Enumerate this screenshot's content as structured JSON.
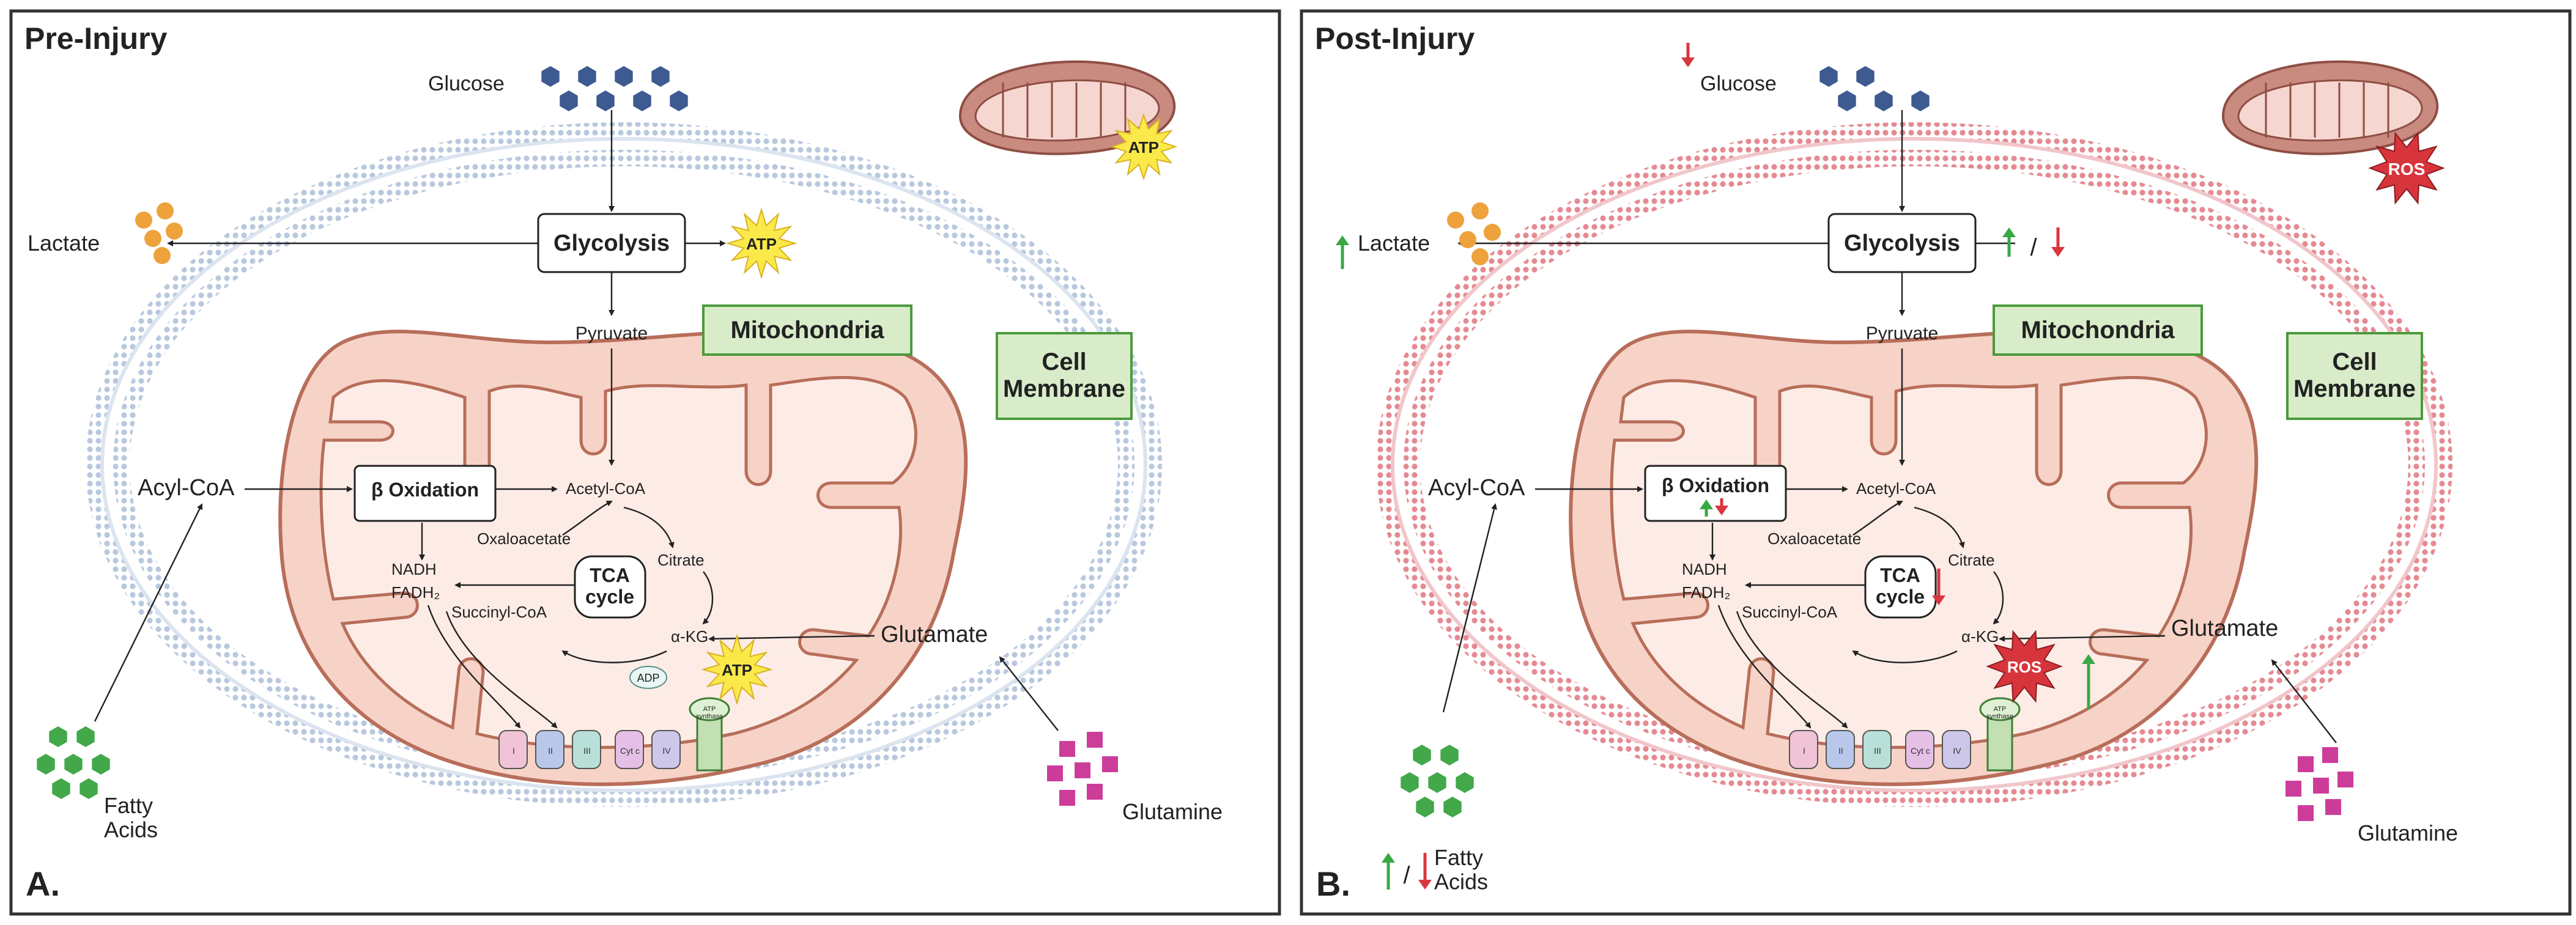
{
  "colors": {
    "frame": "#333333",
    "membrane_pre": "#b8c8de",
    "membrane_post": "#e58a92",
    "mito_outer": "#b86e5a",
    "mito_fill": "#fdece6",
    "mito_intermembrane": "#f7d3c7",
    "label_box_fill": "#d8ecc9",
    "label_box_stroke": "#4c9a3c",
    "glucose": "#3d5a91",
    "lactate": "#eda23c",
    "fatty_acid": "#42a84a",
    "glutamine": "#cc3d9a",
    "atp_burst": "#fbe94a",
    "ros_burst": "#d8343c",
    "arrow_up": "#39a845",
    "arrow_down": "#d9363e"
  },
  "panels": [
    {
      "title": "Pre-Injury",
      "letter": "A.",
      "glucose": "Glucose",
      "glycolysis": "Glycolysis",
      "atp": "ATP",
      "lactate": "Lactate",
      "pyruvate": "Pyruvate",
      "mitochondria": "Mitochondria",
      "cell_membrane": "Cell\nMembrane",
      "acyl_coa": "Acyl-CoA",
      "beta_oxidation": "β Oxidation",
      "acetyl_coa": "Acetyl-CoA",
      "oxaloacetate": "Oxaloacetate",
      "citrate": "Citrate",
      "nadh": "NADH",
      "fadh2": "FADH₂",
      "tca_cycle": "TCA\ncycle",
      "succinyl_coa": "Succinyl-CoA",
      "alpha_kg": "α-KG",
      "glutamate": "Glutamate",
      "adp": "ADP",
      "atp_synthase": "ATP\nsynthase",
      "complexes": [
        "I",
        "II",
        "III",
        "Cyt c",
        "IV"
      ],
      "fatty_acids": "Fatty\nAcids",
      "glutamine": "Glutamine",
      "mito_badge": "ATP"
    },
    {
      "title": "Post-Injury",
      "letter": "B.",
      "glucose": "Glucose",
      "glycolysis": "Glycolysis",
      "lactate": "Lactate",
      "pyruvate": "Pyruvate",
      "mitochondria": "Mitochondria",
      "cell_membrane": "Cell\nMembrane",
      "acyl_coa": "Acyl-CoA",
      "beta_oxidation": "β Oxidation",
      "acetyl_coa": "Acetyl-CoA",
      "oxaloacetate": "Oxaloacetate",
      "citrate": "Citrate",
      "nadh": "NADH",
      "fadh2": "FADH₂",
      "tca_cycle": "TCA\ncycle",
      "succinyl_coa": "Succinyl-CoA",
      "alpha_kg": "α-KG",
      "glutamate": "Glutamate",
      "ros": "ROS",
      "atp_synthase": "ATP\nsynthase",
      "complexes": [
        "I",
        "II",
        "III",
        "Cyt c",
        "IV"
      ],
      "fatty_acids": "Fatty\nAcids",
      "glutamine": "Glutamine",
      "mito_badge": "ROS",
      "slash": "/"
    }
  ]
}
